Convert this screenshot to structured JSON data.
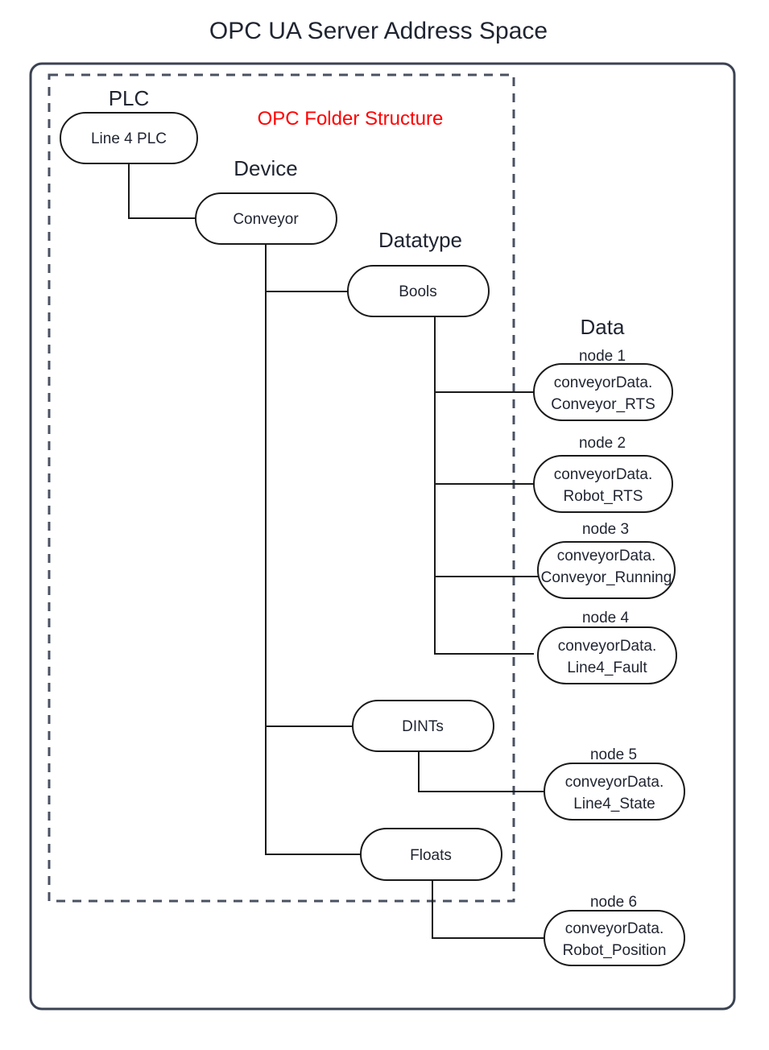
{
  "title": "OPC UA Server Address Space",
  "annotation": {
    "text": "OPC Folder Structure",
    "color": "#ff0000"
  },
  "group_labels": {
    "plc": "PLC",
    "device": "Device",
    "datatype": "Datatype",
    "data": "Data"
  },
  "nodes": {
    "plc": {
      "label": "Line 4 PLC"
    },
    "device": {
      "label": "Conveyor"
    },
    "bools": {
      "label": "Bools"
    },
    "dints": {
      "label": "DINTs"
    },
    "floats": {
      "label": "Floats"
    }
  },
  "data_nodes": [
    {
      "caption": "node 1",
      "line1": "conveyorData.",
      "line2": "Conveyor_RTS"
    },
    {
      "caption": "node 2",
      "line1": "conveyorData.",
      "line2": "Robot_RTS"
    },
    {
      "caption": "node 3",
      "line1": "conveyorData.",
      "line2": "Conveyor_Running"
    },
    {
      "caption": "node 4",
      "line1": "conveyorData.",
      "line2": "Line4_Fault"
    },
    {
      "caption": "node 5",
      "line1": "conveyorData.",
      "line2": "Line4_State"
    },
    {
      "caption": "node 6",
      "line1": "conveyorData.",
      "line2": "Robot_Position"
    }
  ],
  "colors": {
    "border": "#3b4252",
    "dashed": "#4a5161",
    "node_stroke": "#1a1a1a",
    "text": "#1f2430",
    "accent_red": "#ff0000",
    "background": "#ffffff"
  }
}
